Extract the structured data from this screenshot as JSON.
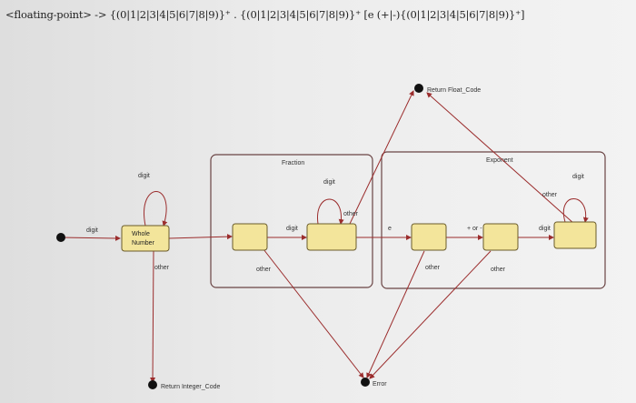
{
  "grammar": "<floating-point> -> {(0|1|2|3|4|5|6|7|8|9)}⁺ . {(0|1|2|3|4|5|6|7|8|9)}⁺ [e (+|-){(0|1|2|3|4|5|6|7|8|9)}⁺]",
  "containers": {
    "fraction": "Fraction",
    "exponent": "Exponent"
  },
  "states": {
    "whole": [
      "Whole",
      "Number"
    ]
  },
  "finals": {
    "float": "Return Float_Code",
    "integer": "Return Integer_Code",
    "error": "Error"
  },
  "labels": {
    "digit_init": "digit",
    "digit_whole_loop": "digit",
    "other_whole": "other",
    "other_f1": "other",
    "digit_f": "digit",
    "digit_f_loop": "digit",
    "other_f2": "other",
    "e_label": "e",
    "sign_label": "+ or -",
    "other_e1": "other",
    "other_e2": "other",
    "digit_e": "digit",
    "digit_e_loop": "digit",
    "other_e3": "other"
  }
}
